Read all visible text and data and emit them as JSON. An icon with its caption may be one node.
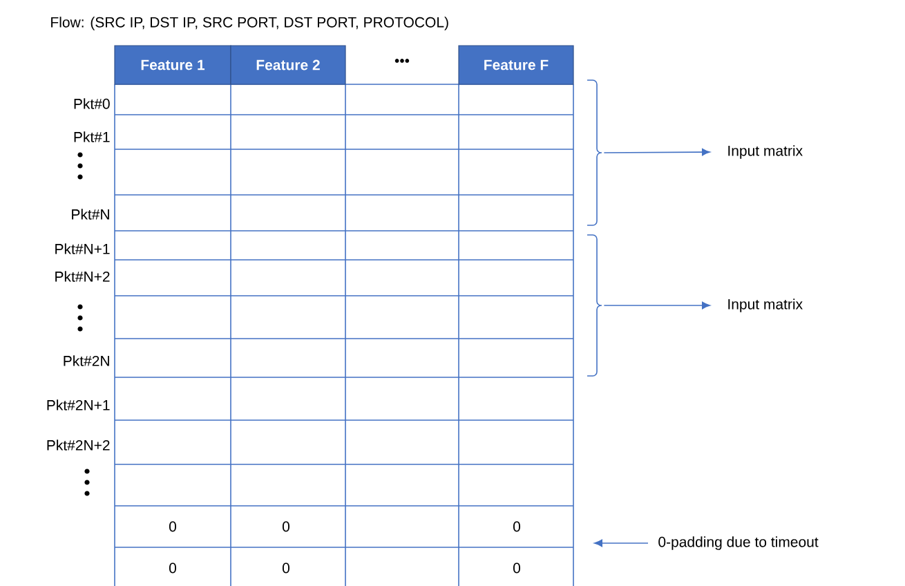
{
  "diagram": {
    "title": "Flow: (SRC IP, DST IP, SRC PORT, DST PORT, PROTOCOL)",
    "nodes": [
      {
        "text": [],
        "shape": "bracket"
      },
      {
        "text": [
          "Input matrix"
        ]
      },
      {
        "text": [],
        "shape": "bracket"
      },
      {
        "text": [
          "Input matrix"
        ]
      },
      {
        "text": [
          "0-padding due to timeout"
        ]
      }
    ],
    "edges": [
      {
        "from": 0,
        "to": 1,
        "arrow": "to"
      },
      {
        "from": 2,
        "to": 3,
        "arrow": "to"
      },
      {
        "from": 4,
        "to": null,
        "arrow": "to"
      }
    ],
    "labels": [
      "Feature 1",
      "Feature 2",
      "•••",
      "Feature F",
      "Pkt#0",
      "Pkt#1",
      "Pkt#N",
      "Pkt#N+1",
      "Pkt#N+2",
      "Pkt#2N",
      "Pkt#2N+1",
      "Pkt#2N+2",
      "0",
      "0",
      "0",
      "0",
      "0",
      "0"
    ]
  }
}
